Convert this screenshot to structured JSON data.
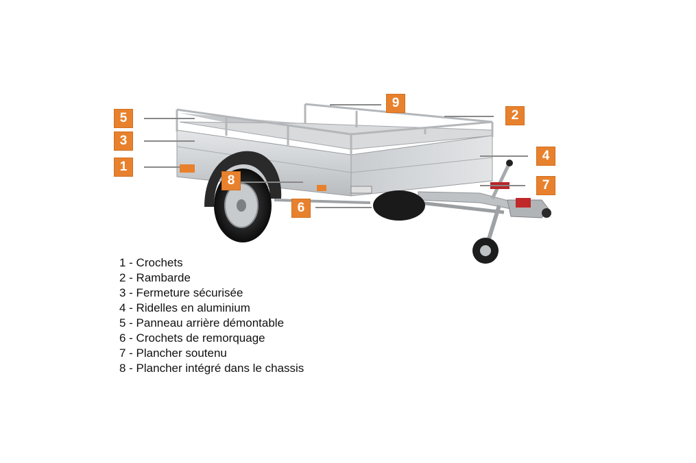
{
  "colors": {
    "badge": "#e8812d",
    "leader_line": "#888888",
    "text": "#111111"
  },
  "callouts": [
    {
      "number": "1"
    },
    {
      "number": "2"
    },
    {
      "number": "3"
    },
    {
      "number": "4"
    },
    {
      "number": "5"
    },
    {
      "number": "6"
    },
    {
      "number": "7"
    },
    {
      "number": "8"
    },
    {
      "number": "9"
    }
  ],
  "legend": [
    "1 - Crochets",
    "2 - Rambarde",
    "3 - Fermeture sécurisée",
    "4 - Ridelles en aluminium",
    "5 - Panneau arrière démontable",
    "6 - Crochets de remorquage",
    "7 - Plancher soutenu",
    "8 - Plancher intégré dans le chassis"
  ]
}
